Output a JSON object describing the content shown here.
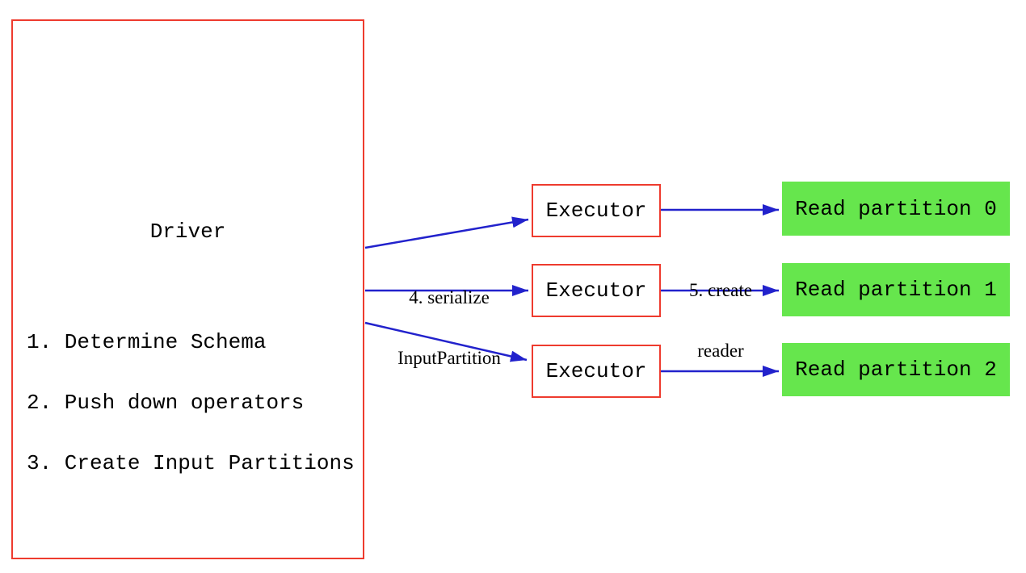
{
  "diagram": {
    "driver": {
      "title": "Driver",
      "steps": [
        "1. Determine Schema",
        "2. Push down operators",
        "3. Create Input Partitions"
      ]
    },
    "executors": [
      {
        "label": "Executor"
      },
      {
        "label": "Executor"
      },
      {
        "label": "Executor"
      }
    ],
    "partitions": [
      {
        "label": "Read partition 0"
      },
      {
        "label": "Read partition 1"
      },
      {
        "label": "Read partition 2"
      }
    ],
    "edge_labels": {
      "serialize": {
        "line1": "4. serialize",
        "line2": "InputPartition"
      },
      "create_reader": {
        "line1": "5. create",
        "line2": "reader"
      }
    },
    "colors": {
      "box_border": "#ee3b2e",
      "arrow": "#2222cc",
      "partition_fill": "#66e64d",
      "text": "#000000"
    }
  }
}
